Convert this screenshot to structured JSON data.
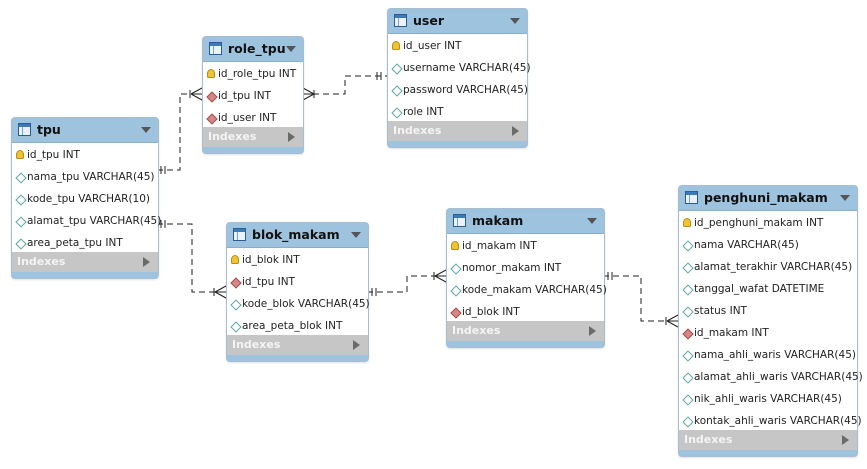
{
  "tables": {
    "role_tpu": {
      "name": "role_tpu",
      "columns": [
        {
          "icon": "primary-key-icon",
          "label": "id_role_tpu INT"
        },
        {
          "icon": "foreign-key-icon",
          "label": "id_tpu INT"
        },
        {
          "icon": "foreign-key-icon",
          "label": "id_user INT"
        }
      ]
    },
    "user": {
      "name": "user",
      "columns": [
        {
          "icon": "primary-key-icon",
          "label": "id_user INT"
        },
        {
          "icon": "column-icon",
          "label": "username VARCHAR(45)"
        },
        {
          "icon": "column-icon",
          "label": "password VARCHAR(45)"
        },
        {
          "icon": "column-icon",
          "label": "role INT"
        }
      ]
    },
    "tpu": {
      "name": "tpu",
      "columns": [
        {
          "icon": "primary-key-icon",
          "label": "id_tpu INT"
        },
        {
          "icon": "column-icon",
          "label": "nama_tpu VARCHAR(45)"
        },
        {
          "icon": "column-icon",
          "label": "kode_tpu VARCHAR(10)"
        },
        {
          "icon": "column-icon",
          "label": "alamat_tpu VARCHAR(45)"
        },
        {
          "icon": "column-icon",
          "label": "area_peta_tpu INT"
        }
      ]
    },
    "blok_makam": {
      "name": "blok_makam",
      "columns": [
        {
          "icon": "primary-key-icon",
          "label": "id_blok INT"
        },
        {
          "icon": "foreign-key-icon",
          "label": "id_tpu INT"
        },
        {
          "icon": "column-icon",
          "label": "kode_blok VARCHAR(45)"
        },
        {
          "icon": "column-icon",
          "label": "area_peta_blok INT"
        }
      ]
    },
    "makam": {
      "name": "makam",
      "columns": [
        {
          "icon": "primary-key-icon",
          "label": "id_makam INT"
        },
        {
          "icon": "column-icon",
          "label": "nomor_makam INT"
        },
        {
          "icon": "column-icon",
          "label": "kode_makam VARCHAR(45)"
        },
        {
          "icon": "foreign-key-icon",
          "label": "id_blok INT"
        }
      ]
    },
    "penghuni_makam": {
      "name": "penghuni_makam",
      "columns": [
        {
          "icon": "primary-key-icon",
          "label": "id_penghuni_makam INT"
        },
        {
          "icon": "column-icon",
          "label": "nama VARCHAR(45)"
        },
        {
          "icon": "column-icon",
          "label": "alamat_terakhir VARCHAR(45)"
        },
        {
          "icon": "column-icon",
          "label": "tanggal_wafat DATETIME"
        },
        {
          "icon": "column-icon",
          "label": "status INT"
        },
        {
          "icon": "foreign-key-icon",
          "label": "id_makam INT"
        },
        {
          "icon": "column-icon",
          "label": "nama_ahli_waris VARCHAR(45)"
        },
        {
          "icon": "column-icon",
          "label": "alamat_ahli_waris VARCHAR(45)"
        },
        {
          "icon": "column-icon",
          "label": "nik_ahli_waris VARCHAR(45)"
        },
        {
          "icon": "column-icon",
          "label": "kontak_ahli_waris VARCHAR(45)"
        }
      ]
    }
  },
  "indexes_label": "Indexes"
}
